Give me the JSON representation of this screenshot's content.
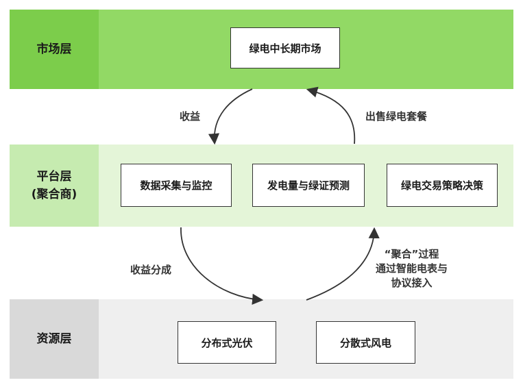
{
  "colors": {
    "market_label_bg": "#7ccd4b",
    "market_body_bg": "#92d965",
    "platform_label_bg": "#c6ebb0",
    "platform_body_bg": "#e4f5d8",
    "resource_label_bg": "#d9d9d9",
    "resource_body_bg": "#efefef",
    "arrow": "#333333"
  },
  "layers": {
    "market": {
      "label_line1": "市场层",
      "boxes": [
        "绿电中长期市场"
      ]
    },
    "platform": {
      "label_line1": "平台层",
      "label_line2": "(聚合商)",
      "boxes": [
        "数据采集与监控",
        "发电量与绿证预测",
        "绿电交易策略决策"
      ]
    },
    "resource": {
      "label_line1": "资源层",
      "boxes": [
        "分布式光伏",
        "分散式风电"
      ]
    }
  },
  "flows": {
    "market_to_platform": "收益",
    "platform_to_market": "出售绿电套餐",
    "platform_to_resource": "收益分成",
    "resource_to_platform": [
      "“聚合”过程",
      "通过智能电表与",
      "协议接入"
    ]
  }
}
